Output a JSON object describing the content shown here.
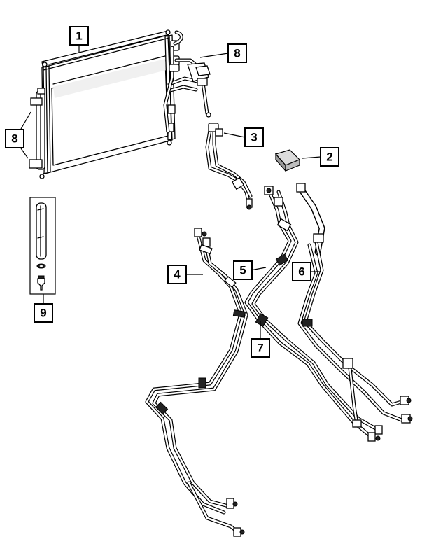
{
  "callouts": {
    "c1": "1",
    "c2": "2",
    "c3": "3",
    "c4": "4",
    "c5": "5",
    "c6": "6",
    "c7": "7",
    "c8a": "8",
    "c8b": "8",
    "c9": "9"
  }
}
